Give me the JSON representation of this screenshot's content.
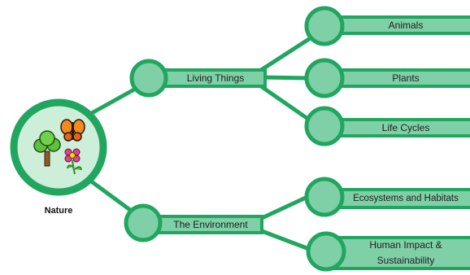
{
  "root": {
    "label": "Nature",
    "icons": [
      "tree-icon",
      "butterfly-icon",
      "flower-icon"
    ]
  },
  "branches": [
    {
      "label": "Living Things",
      "children": [
        {
          "label": "Animals"
        },
        {
          "label": "Plants"
        },
        {
          "label": "Life Cycles"
        }
      ]
    },
    {
      "label": "The Environment",
      "children": [
        {
          "label": "Ecosystems and Habitats"
        },
        {
          "label": "Human Impact &",
          "label2": "Sustainability"
        }
      ]
    }
  ],
  "colors": {
    "stroke": "#21a660",
    "fill": "#7fd0a6",
    "root_fill": "#cdeed9"
  }
}
